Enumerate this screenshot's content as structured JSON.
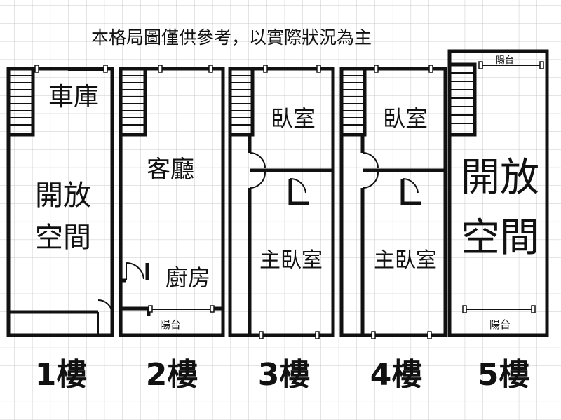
{
  "title": "本格局圖僅供參考，以實際狀況為主",
  "floors": [
    {
      "label": "1樓",
      "rooms": {
        "garage": "車庫",
        "open_l1": "開放",
        "open_l2": "空間"
      }
    },
    {
      "label": "2樓",
      "rooms": {
        "living": "客廳",
        "kitchen": "廚房",
        "balcony": "陽台"
      }
    },
    {
      "label": "3樓",
      "rooms": {
        "bedroom": "臥室",
        "master": "主臥室"
      }
    },
    {
      "label": "4樓",
      "rooms": {
        "bedroom": "臥室",
        "master": "主臥室"
      }
    },
    {
      "label": "5樓",
      "rooms": {
        "balcony_top": "陽台",
        "open_l1": "開放",
        "open_l2": "空間",
        "balcony_bottom": "陽台"
      }
    }
  ],
  "colors": {
    "grid": "#c8c8c8",
    "wall": "#111111"
  }
}
